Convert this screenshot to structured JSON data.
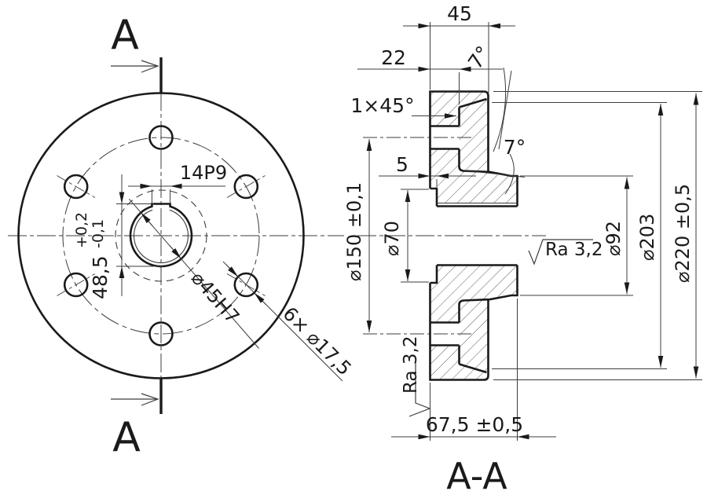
{
  "drawing": {
    "section_title": "A-A",
    "front_view": {
      "section_label_top": "A",
      "section_label_bottom": "A",
      "keyway_width": "14P9",
      "keyway_depth": "48,5",
      "keyway_depth_tol_upper": "+0,2",
      "keyway_depth_tol_lower": "-0,1",
      "bore_dia": "⌀45H7",
      "bolt_holes": "6× ⌀17,5"
    },
    "section_view": {
      "hub_width": "45",
      "flange_thickness": "22",
      "taper_top": "7°",
      "chamfer": "1×45°",
      "counterbore_depth": "5",
      "bolt_circle_dia": "⌀150 ±0,1",
      "counterbore_dia": "⌀70",
      "taper_mid": "7°",
      "roughness_bore": "Ra 3,2",
      "hub_dia": "⌀92",
      "boss_dia": "⌀203",
      "outer_dia": "⌀220 ±0,5",
      "roughness_face": "Ra 3,2",
      "overall_length": "67,5 ±0,5"
    },
    "colors": {
      "line": "#1a1a1a",
      "thin_line": "#3c3c3c",
      "background": "#ffffff"
    }
  }
}
